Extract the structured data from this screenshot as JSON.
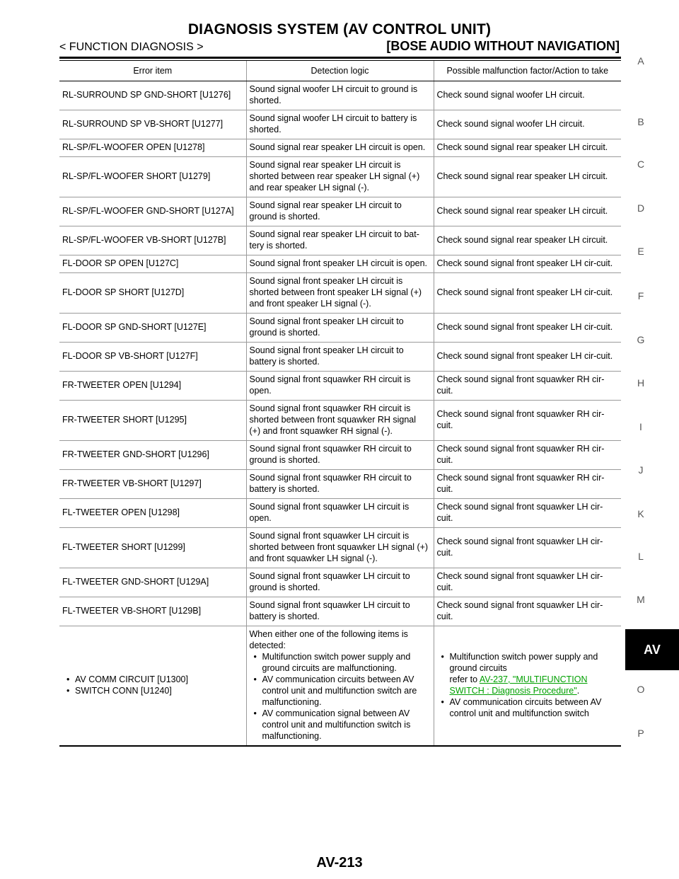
{
  "header": {
    "title": "DIAGNOSIS SYSTEM (AV CONTROL UNIT)",
    "section": "< FUNCTION DIAGNOSIS >",
    "subtitle": "[BOSE AUDIO WITHOUT NAVIGATION]"
  },
  "table": {
    "columns": [
      "Error item",
      "Detection logic",
      "Possible malfunction factor/Action to take"
    ],
    "rows": [
      {
        "item": "RL-SURROUND SP GND-SHORT [U1276]",
        "logic": "Sound signal woofer LH circuit to ground is shorted.",
        "action": "Check sound signal woofer LH circuit."
      },
      {
        "item": "RL-SURROUND SP VB-SHORT [U1277]",
        "logic": "Sound signal woofer LH circuit to battery is shorted.",
        "action": "Check sound signal woofer LH circuit."
      },
      {
        "item": "RL-SP/FL-WOOFER OPEN [U1278]",
        "logic": "Sound signal rear speaker LH circuit is open.",
        "action": "Check sound signal rear speaker LH circuit."
      },
      {
        "item": "RL-SP/FL-WOOFER SHORT [U1279]",
        "logic": "Sound signal rear speaker LH circuit is shorted between rear speaker LH signal (+) and rear speaker LH signal (-).",
        "action": "Check sound signal rear speaker LH circuit."
      },
      {
        "item": "RL-SP/FL-WOOFER GND-SHORT [U127A]",
        "logic": "Sound signal rear speaker LH circuit to ground is shorted.",
        "action": "Check sound signal rear speaker LH circuit."
      },
      {
        "item": "RL-SP/FL-WOOFER VB-SHORT [U127B]",
        "logic": "Sound signal rear speaker LH circuit to bat-tery is shorted.",
        "action": "Check sound signal rear speaker LH circuit."
      },
      {
        "item": "FL-DOOR SP OPEN [U127C]",
        "logic": "Sound signal front speaker LH circuit is open.",
        "action": "Check sound signal front speaker LH cir-cuit."
      },
      {
        "item": "FL-DOOR SP SHORT [U127D]",
        "logic": "Sound signal front speaker LH circuit is shorted between front speaker LH signal (+) and front speaker LH signal (-).",
        "action": "Check sound signal front speaker LH cir-cuit."
      },
      {
        "item": "FL-DOOR SP GND-SHORT [U127E]",
        "logic": "Sound signal front speaker LH circuit to ground is shorted.",
        "action": "Check sound signal front speaker LH cir-cuit."
      },
      {
        "item": "FL-DOOR SP VB-SHORT [U127F]",
        "logic": "Sound signal front speaker LH circuit to battery is shorted.",
        "action": "Check sound signal front speaker LH cir-cuit."
      },
      {
        "item": "FR-TWEETER OPEN [U1294]",
        "logic": "Sound signal front squawker RH circuit is open.",
        "action": "Check sound signal front squawker RH cir-cuit."
      },
      {
        "item": "FR-TWEETER SHORT [U1295]",
        "logic": "Sound signal front squawker RH circuit is shorted between front squawker RH signal (+) and front squawker RH signal (-).",
        "action": "Check sound signal front squawker RH cir-cuit."
      },
      {
        "item": "FR-TWEETER GND-SHORT [U1296]",
        "logic": "Sound signal front squawker RH circuit to ground is shorted.",
        "action": "Check sound signal front squawker RH cir-cuit."
      },
      {
        "item": "FR-TWEETER VB-SHORT [U1297]",
        "logic": "Sound signal front squawker RH circuit to battery is shorted.",
        "action": "Check sound signal front squawker RH cir-cuit."
      },
      {
        "item": "FL-TWEETER OPEN [U1298]",
        "logic": "Sound signal front squawker LH circuit is open.",
        "action": "Check sound signal front squawker LH cir-cuit."
      },
      {
        "item": "FL-TWEETER SHORT [U1299]",
        "logic": "Sound signal front squawker LH circuit is shorted between front squawker LH signal (+) and front squawker LH signal (-).",
        "action": "Check sound signal front squawker LH cir-cuit."
      },
      {
        "item": "FL-TWEETER GND-SHORT [U129A]",
        "logic": "Sound signal front squawker LH circuit to ground is shorted.",
        "action": "Check sound signal front squawker LH cir-cuit."
      },
      {
        "item": "FL-TWEETER VB-SHORT [U129B]",
        "logic": "Sound signal front squawker LH circuit to battery is shorted.",
        "action": "Check sound signal front squawker LH cir-cuit."
      }
    ],
    "last_row": {
      "items": [
        "AV COMM CIRCUIT [U1300]",
        "SWITCH CONN [U1240]"
      ],
      "logic_intro": "When either one of the following items is detected:",
      "logic_bullets": [
        "Multifunction switch power supply and ground circuits are malfunctioning.",
        "AV communication circuits between AV control unit and multifunction switch are malfunctioning.",
        "AV communication signal between AV control unit and multifunction switch is malfunctioning."
      ],
      "action_bullet1_text": "Multifunction switch power supply and ground circuits",
      "action_refer": "refer to ",
      "action_link": "AV-237, \"MULTIFUNCTION SWITCH : Diagnosis Procedure\"",
      "action_period": ".",
      "action_bullet2": "AV communication circuits between AV control unit and multifunction switch"
    }
  },
  "side_index": {
    "letters": [
      "A",
      "B",
      "C",
      "D",
      "E",
      "F",
      "G",
      "H",
      "I",
      "J",
      "K",
      "L",
      "M",
      "O",
      "P"
    ],
    "active_tab": "AV"
  },
  "footer": {
    "page_number": "AV-213"
  }
}
